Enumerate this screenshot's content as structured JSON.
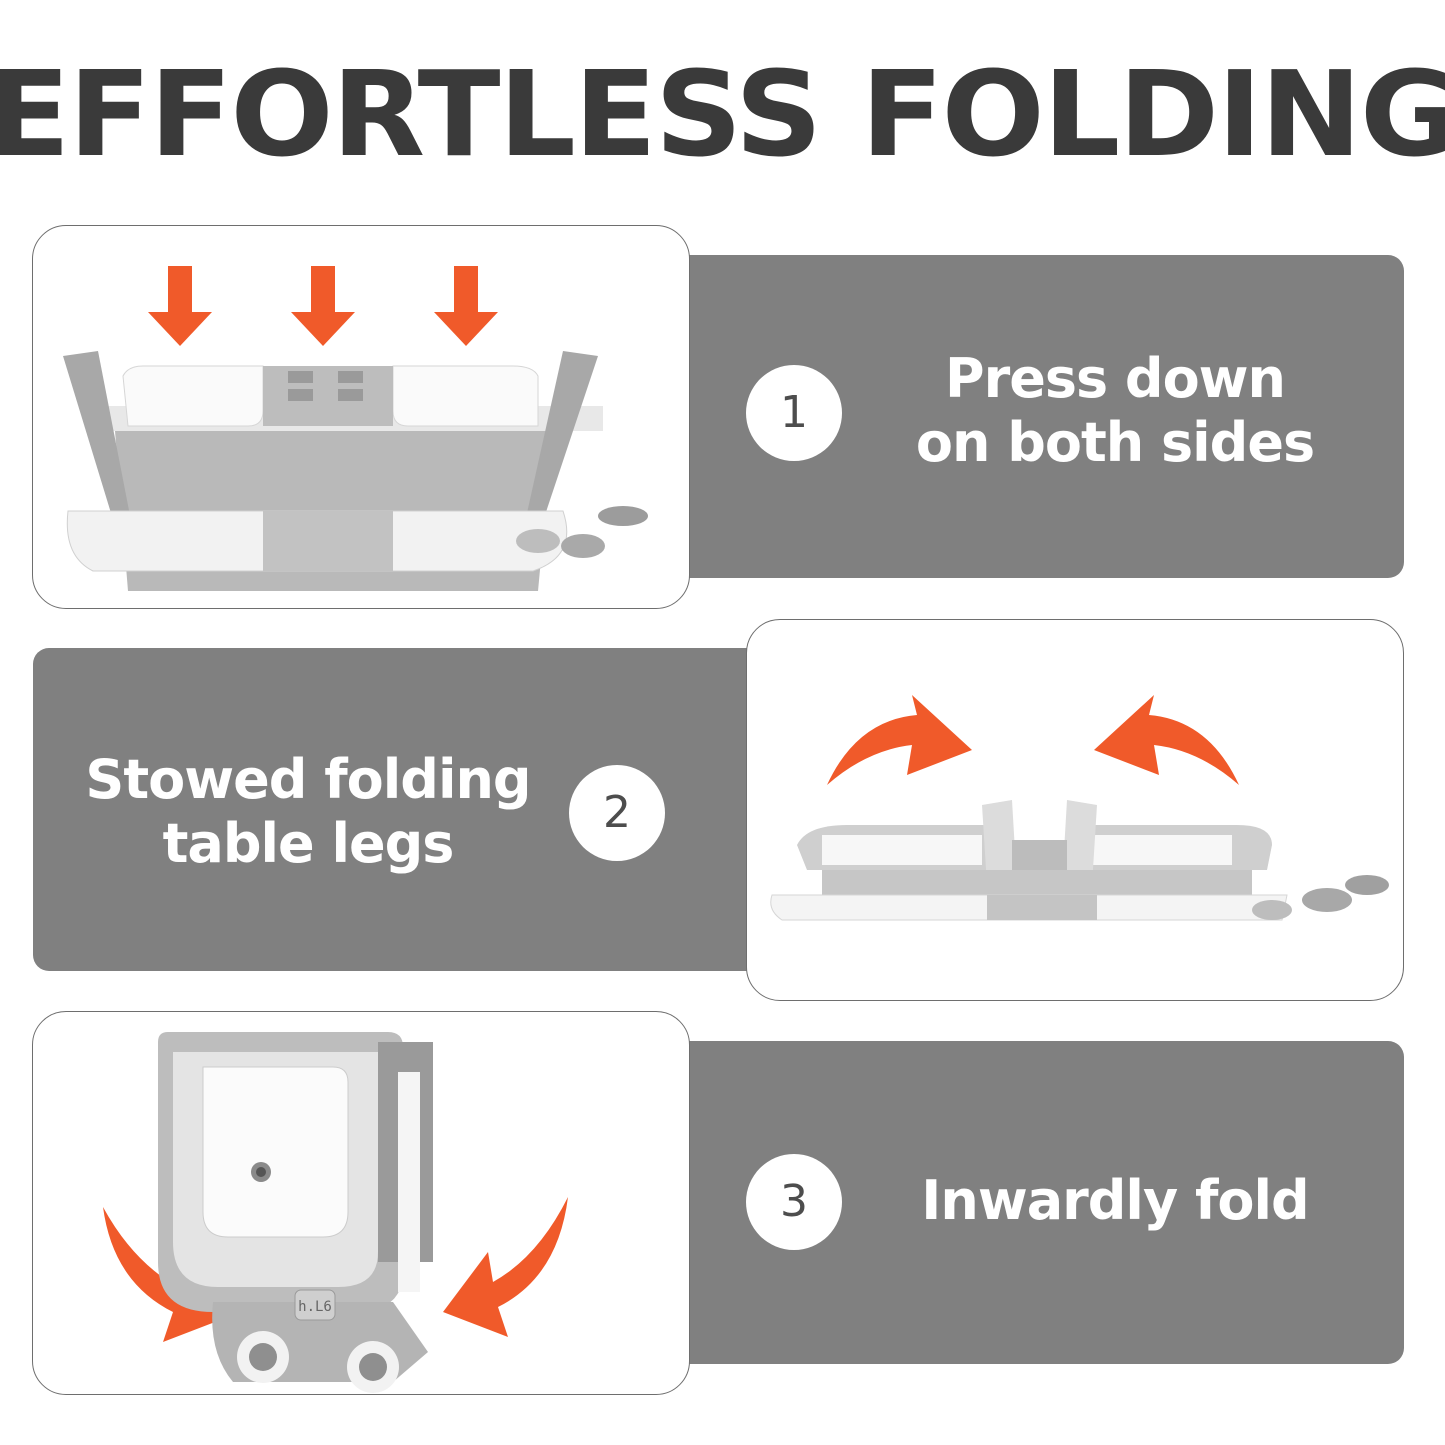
{
  "header": {
    "title": "EFFORTLESS FOLDING"
  },
  "colors": {
    "title": "#3a3a3a",
    "band": "#808080",
    "arrow": "#f05a2a",
    "card_border": "#6e6e6e"
  },
  "steps": [
    {
      "number": "1",
      "line1": "Press down",
      "line2": "on both sides",
      "image": "bathtub-open-side-view",
      "arrows": "three-down-arrows"
    },
    {
      "number": "2",
      "line1": "Stowed folding",
      "line2": "table legs",
      "image": "bathtub-collapsed-flat",
      "arrows": "two-curved-inward-arrows"
    },
    {
      "number": "3",
      "line1": "Inwardly fold",
      "line2": "",
      "image": "bathtub-folded-upright",
      "arrows": "two-curved-down-arrows",
      "thermometer_display": "h.L6"
    }
  ]
}
